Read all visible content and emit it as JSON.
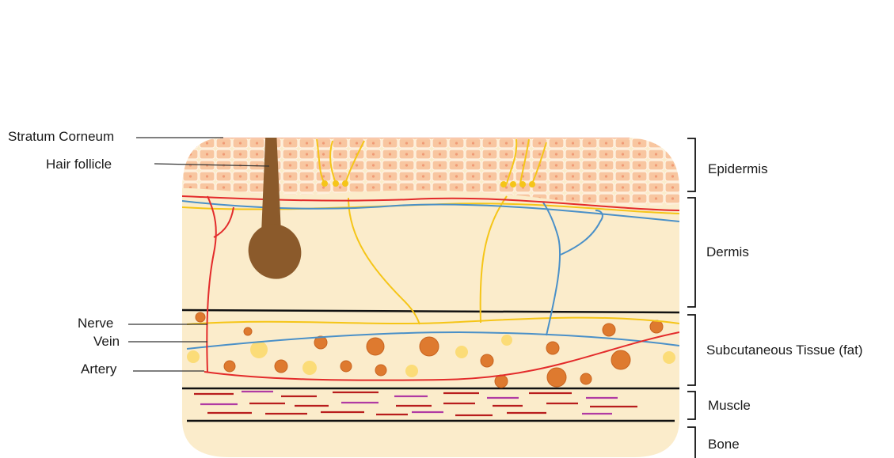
{
  "labels": {
    "stratum_corneum": "Stratum Corneum",
    "hair_follicle": "Hair follicle",
    "nerve": "Nerve",
    "vein": "Vein",
    "artery": "Artery"
  },
  "layers": {
    "epidermis": "Epidermis",
    "dermis": "Dermis",
    "subcutaneous": "Subcutaneous Tissue (fat)",
    "muscle": "Muscle",
    "bone": "Bone"
  },
  "colors": {
    "skin": "#fbeccb",
    "epidermis_cells": "#f8c9a3",
    "cell_nucleus": "#f4a27b",
    "hair": "#8b5a2b",
    "nerve": "#f5c518",
    "vein": "#4a90c8",
    "artery": "#e32b2b",
    "fat_orange": "#de7a2f",
    "fat_yellow": "#fbdc78",
    "muscle_red": "#b81d1d",
    "muscle_purple": "#b03aa3"
  }
}
